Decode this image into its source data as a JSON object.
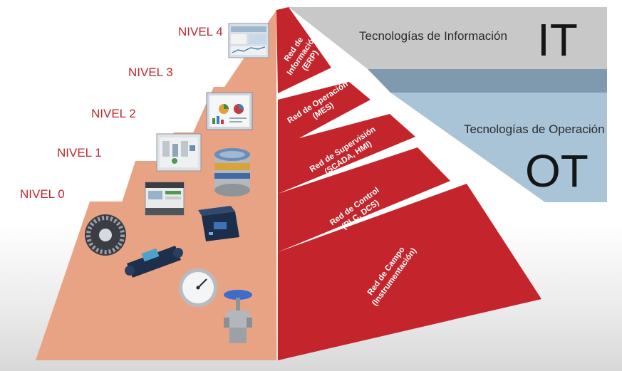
{
  "it_band": {
    "subtitle": "Tecnologías de Información",
    "acronym": "IT",
    "color": "#c8c8c8"
  },
  "ot_band": {
    "subtitle": "Tecnologías de Operación",
    "acronym": "OT",
    "color": "#a9c4d7"
  },
  "colors": {
    "red": "#c4242b",
    "salmon": "#e8a385",
    "level_label": "#c0262c"
  },
  "levels": [
    {
      "label": "NIVEL 4",
      "network": [
        "Red de",
        "Información",
        "(ERP)"
      ],
      "devices": [
        "monitor-dashboard-icon"
      ]
    },
    {
      "label": "NIVEL 3",
      "network": [
        "Red de Operación",
        "(MES)"
      ],
      "devices": [
        "monitor-charts-icon"
      ]
    },
    {
      "label": "NIVEL 2",
      "network": [
        "Red de Supervisión",
        "(SCADA, HMI)"
      ],
      "devices": [
        "scada-screen-icon",
        "database-server-icon"
      ]
    },
    {
      "label": "NIVEL 1",
      "network": [
        "Red de Control",
        "(PLC, DCS)"
      ],
      "devices": [
        "plc-module-icon",
        "controller-box-icon"
      ]
    },
    {
      "label": "NIVEL 0",
      "network": [
        "Red de Campo",
        "(Instrumentación)"
      ],
      "devices": [
        "turbine-icon",
        "flowmeter-icon",
        "pressure-gauge-icon",
        "valve-icon"
      ]
    }
  ]
}
